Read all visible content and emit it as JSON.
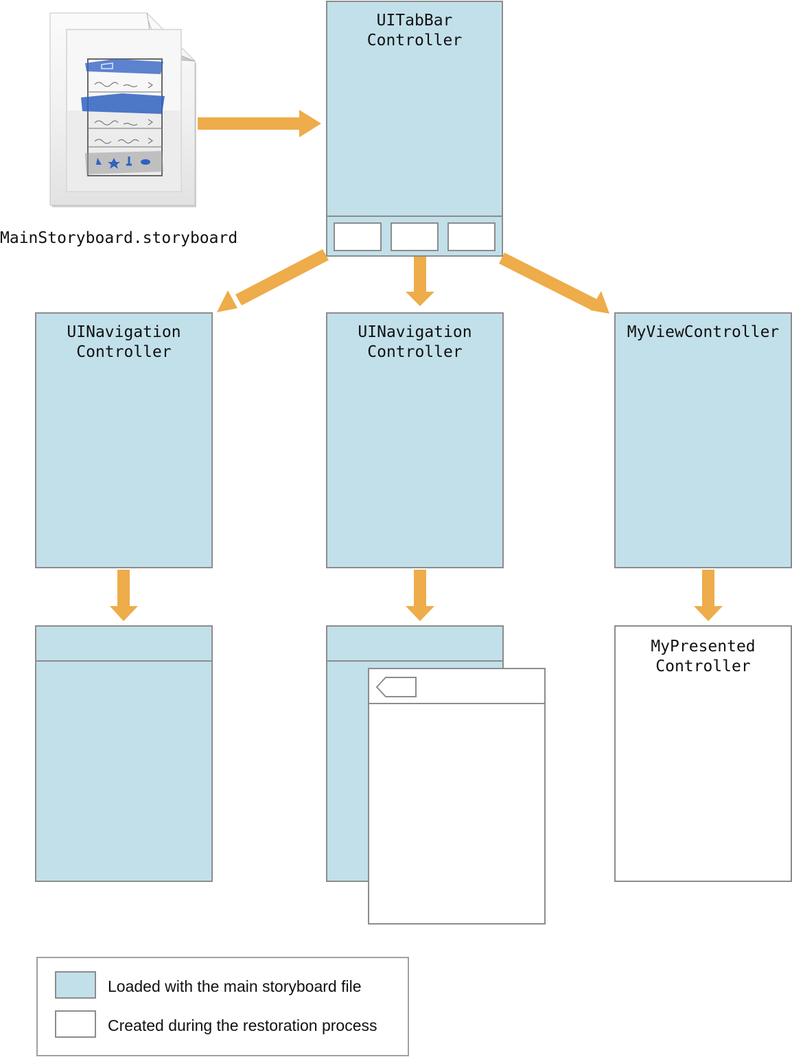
{
  "storyboard": {
    "file_label": "MainStoryboard.storyboard",
    "icon": "storyboard-file-icon"
  },
  "tab_bar_controller": {
    "title": "UITabBar\nController",
    "tab_count": 3
  },
  "controllers": {
    "nav_left": {
      "title": "UINavigation\nController"
    },
    "nav_middle": {
      "title": "UINavigation\nController"
    },
    "my_view": {
      "title": "MyViewController"
    },
    "my_presented": {
      "title": "MyPresented\nController"
    }
  },
  "legend": {
    "loaded_label": "Loaded with the main storyboard file",
    "created_label": "Created during the restoration process"
  },
  "colors": {
    "loaded_fill": "#c2e0ea",
    "created_fill": "#ffffff",
    "arrow": "#eeac4a",
    "border": "#8c8c8c"
  }
}
